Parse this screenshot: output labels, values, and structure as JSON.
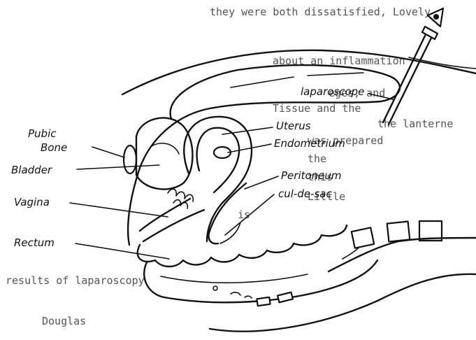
{
  "background_text": [
    "they were both dissatisfied, Lovely",
    "about an inflammation",
    "eges, and",
    "Tissue and the",
    "the lanterne",
    "was prepared",
    "the",
    "this",
    "Little",
    "is",
    "results of laparoscopy",
    "Douglas"
  ],
  "labels": {
    "laparoscope": "laparoscope",
    "uterus": "Uterus",
    "endometrium": "Endometrium",
    "pubic_bone_1": "Pubic",
    "pubic_bone_2": "Bone",
    "bladder": "Bladder",
    "peritoneum": "Peritoneum",
    "cul_de_sac": "cul-de-sac",
    "vagina": "Vagina",
    "rectum": "Rectum"
  }
}
